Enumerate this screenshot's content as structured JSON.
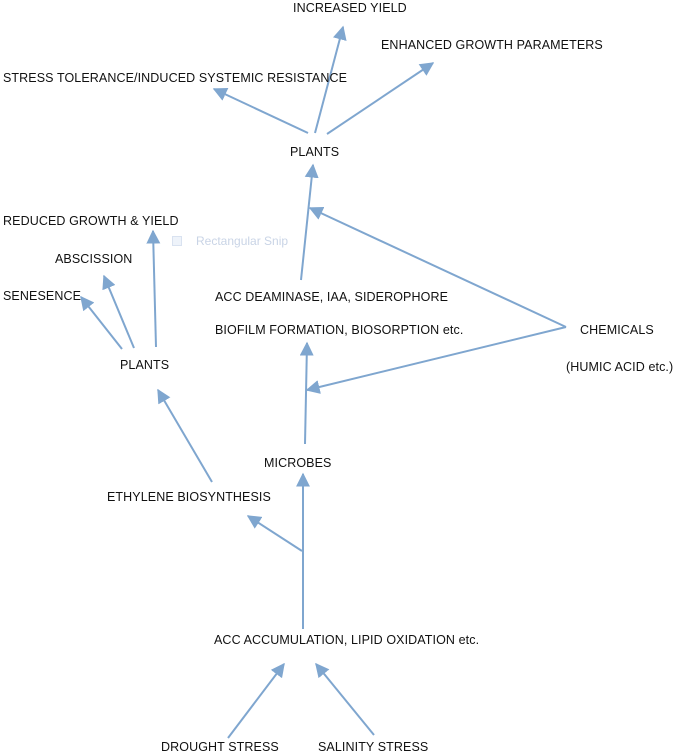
{
  "nodes": {
    "increased_yield": "INCREASED YIELD",
    "enhanced_growth": "ENHANCED GROWTH PARAMETERS",
    "stress_tolerance": "STRESS TOLERANCE/INDUCED SYSTEMIC RESISTANCE",
    "plants_top": "PLANTS",
    "reduced_growth": "REDUCED GROWTH & YIELD",
    "abscission": "ABSCISSION",
    "senesence": "SENESENCE",
    "plants_left": "PLANTS",
    "acc_deaminase": "ACC DEAMINASE, IAA, SIDEROPHORE",
    "biofilm": "BIOFILM FORMATION, BIOSORPTION etc.",
    "chemicals": "CHEMICALS",
    "humic_acid": "(HUMIC ACID etc.)",
    "microbes": "MICROBES",
    "ethylene": "ETHYLENE BIOSYNTHESIS",
    "acc_accumulation": "ACC ACCUMULATION, LIPID OXIDATION etc.",
    "drought": "DROUGHT STRESS",
    "salinity": "SALINITY STRESS"
  },
  "overlay": {
    "snip_label": "Rectangular Snip"
  },
  "colors": {
    "arrow": "#7fa6cf",
    "text": "#111111",
    "faint_overlay": "#c9d4e6"
  }
}
